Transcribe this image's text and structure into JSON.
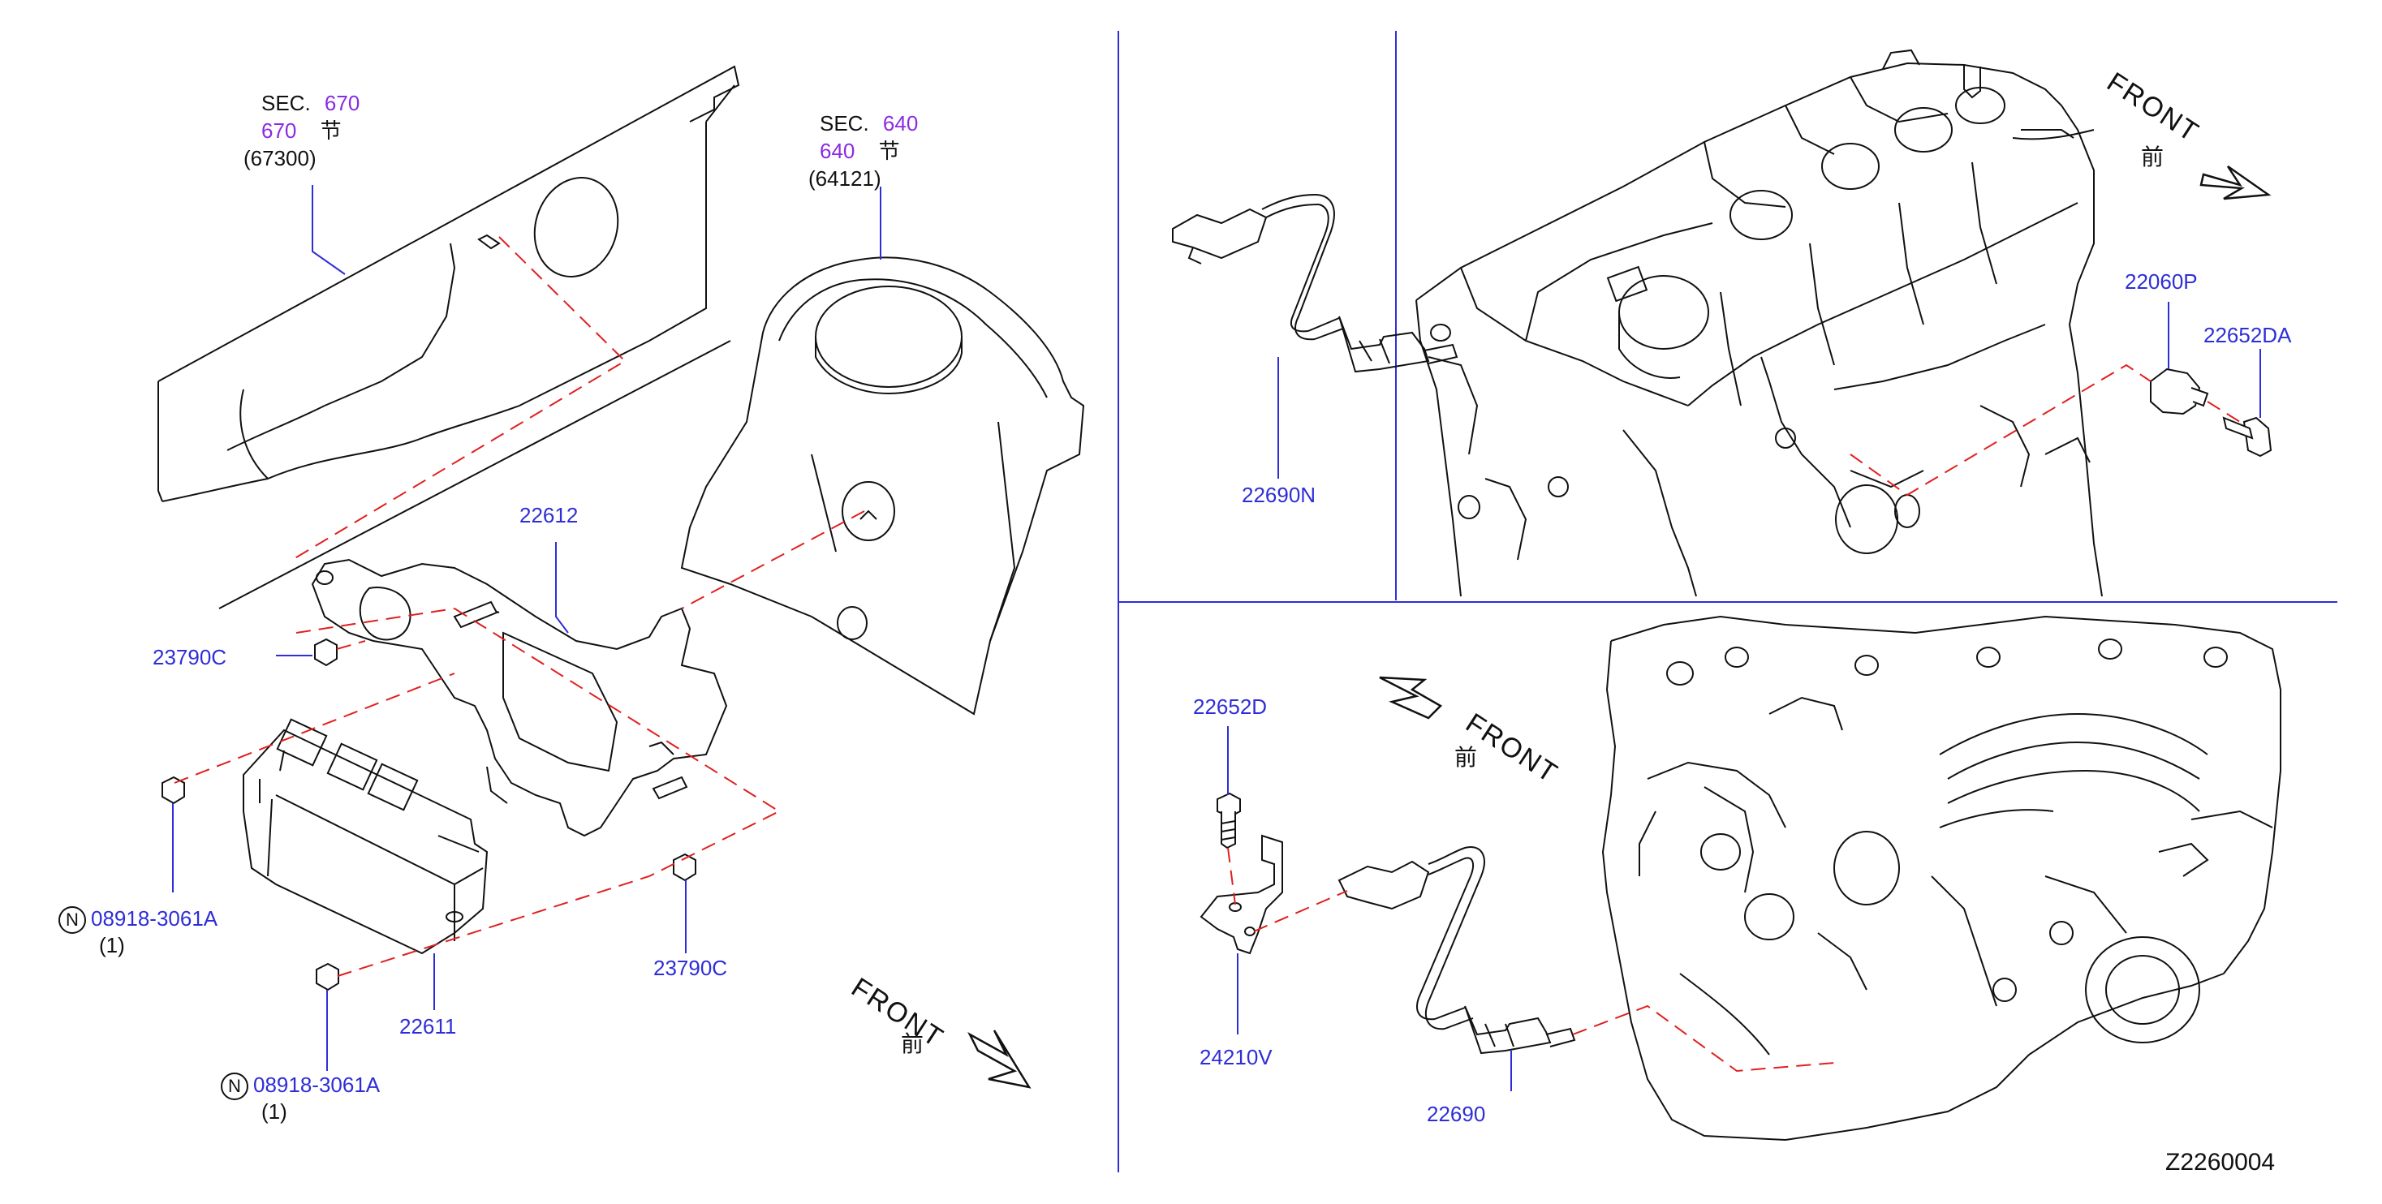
{
  "diagram": {
    "id": "Z2260004",
    "left_panel": {
      "sec670": {
        "sec": "SEC.",
        "num": "670",
        "num2": "670",
        "jie": "节",
        "part": "(67300)"
      },
      "sec640": {
        "sec": "SEC.",
        "num": "640",
        "num2": "640",
        "jie": "节",
        "part": "(64121)"
      },
      "labels": {
        "p22612": "22612",
        "p23790c_left": "23790C",
        "p23790c_right": "23790C",
        "p08918_a": "08918-3061A",
        "p08918_a_qty": "(1)",
        "p08918_b": "08918-3061A",
        "p08918_b_qty": "(1)",
        "p22611": "22611",
        "n_symbol": "N"
      },
      "front": {
        "text": "FRONT",
        "kanji": "前"
      }
    },
    "top_right_panel": {
      "labels": {
        "p22690n": "22690N",
        "p22060p": "22060P",
        "p22652da": "22652DA"
      },
      "front": {
        "text": "FRONT",
        "kanji": "前"
      }
    },
    "bottom_right_panel": {
      "labels": {
        "p22652d": "22652D",
        "p24210v": "24210V",
        "p22690": "22690"
      },
      "front": {
        "text": "FRONT",
        "kanji": "前"
      }
    },
    "colors": {
      "part_number": "#2e2ed8",
      "section_ref": "#8a2be2",
      "leader_line": "#2e2ed8",
      "dashed_guide": "#e02020",
      "drawing": "#111111"
    }
  }
}
